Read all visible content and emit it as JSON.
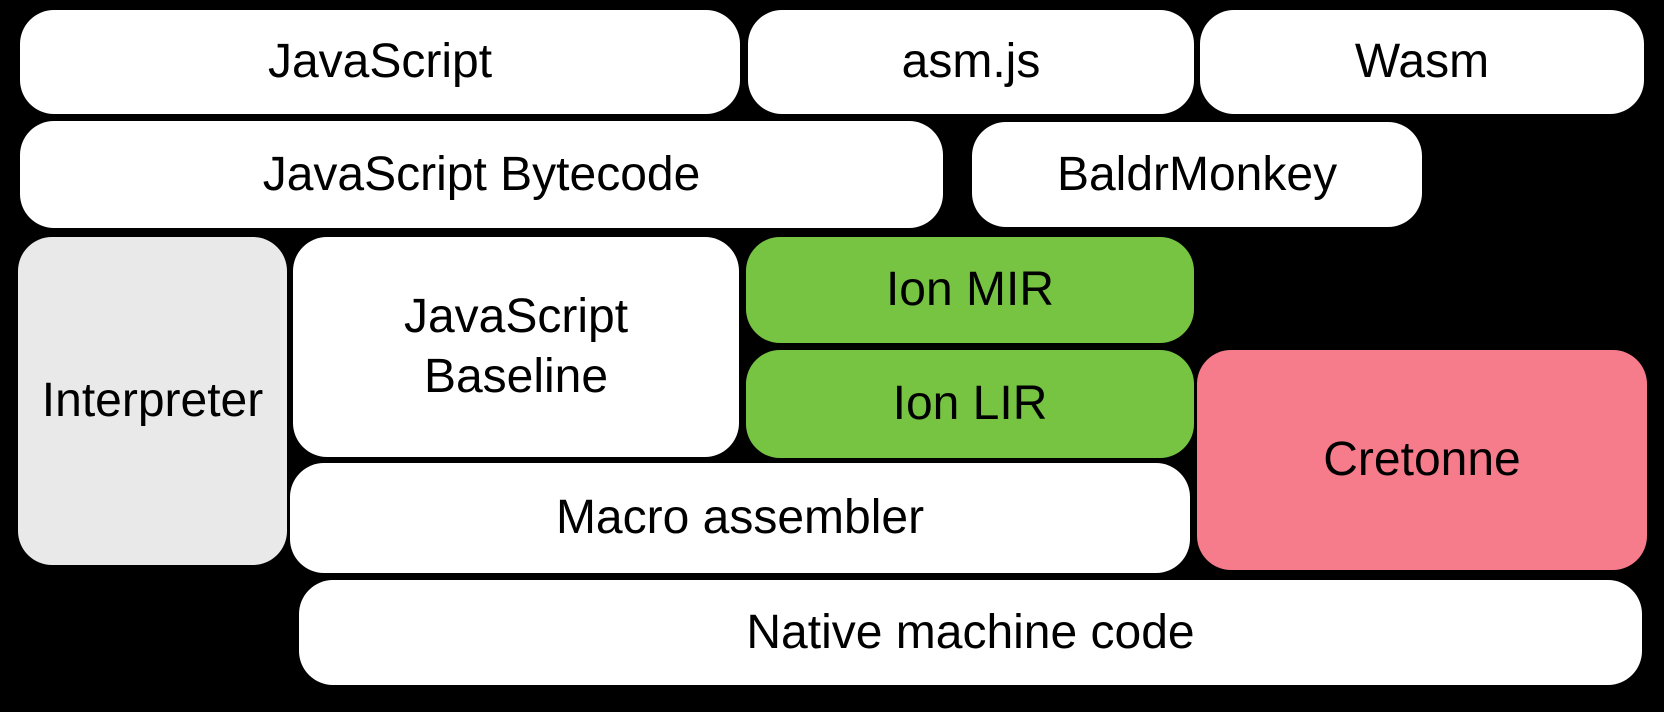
{
  "diagram": {
    "colors": {
      "background": "#000000",
      "white_box": "#ffffff",
      "gray_box": "#e9e9e9",
      "green_box": "#76c442",
      "pink_box": "#f67b8b",
      "text": "#000000"
    },
    "nodes": {
      "javascript": {
        "label": "JavaScript"
      },
      "asmjs": {
        "label": "asm.js"
      },
      "wasm": {
        "label": "Wasm"
      },
      "bytecode": {
        "label": "JavaScript Bytecode"
      },
      "baldrmonkey": {
        "label": "BaldrMonkey"
      },
      "interpreter": {
        "label": "Interpreter"
      },
      "baseline": {
        "label": "JavaScript\nBaseline"
      },
      "ion_mir": {
        "label": "Ion MIR"
      },
      "ion_lir": {
        "label": "Ion LIR"
      },
      "cretonne": {
        "label": "Cretonne"
      },
      "macro_assembler": {
        "label": "Macro assembler"
      },
      "native_machine_code": {
        "label": "Native machine code"
      }
    }
  }
}
